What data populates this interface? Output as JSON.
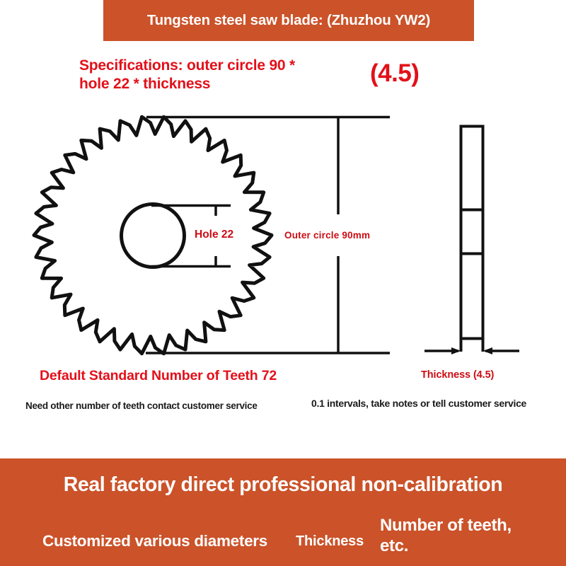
{
  "header": {
    "title": "Tungsten steel saw blade: (Zhuzhou YW2)",
    "banner_color": "#cb5229"
  },
  "spec": {
    "line1": "Specifications: outer circle 90 *",
    "line2": "hole 22 * thickness",
    "thickness_value": "(4.5)",
    "text_color": "#e3101a"
  },
  "diagram": {
    "blade": {
      "tooth_count_drawn": 34,
      "hole_label": "Hole 22",
      "outer_label": "Outer circle 90mm"
    },
    "profile": {
      "thickness_label": "Thickness (4.5)"
    }
  },
  "captions": {
    "teeth_headline": "Default Standard Number of Teeth 72",
    "teeth_note": "Need other number of teeth contact customer service",
    "intervals_note": "0.1 intervals, take notes or tell customer service"
  },
  "footer": {
    "headline": "Real factory direct professional non-calibration",
    "item_diameters": "Customized various diameters",
    "item_thickness": "Thickness",
    "item_teeth": "Number of teeth, etc.",
    "banner_color": "#cb5229"
  }
}
